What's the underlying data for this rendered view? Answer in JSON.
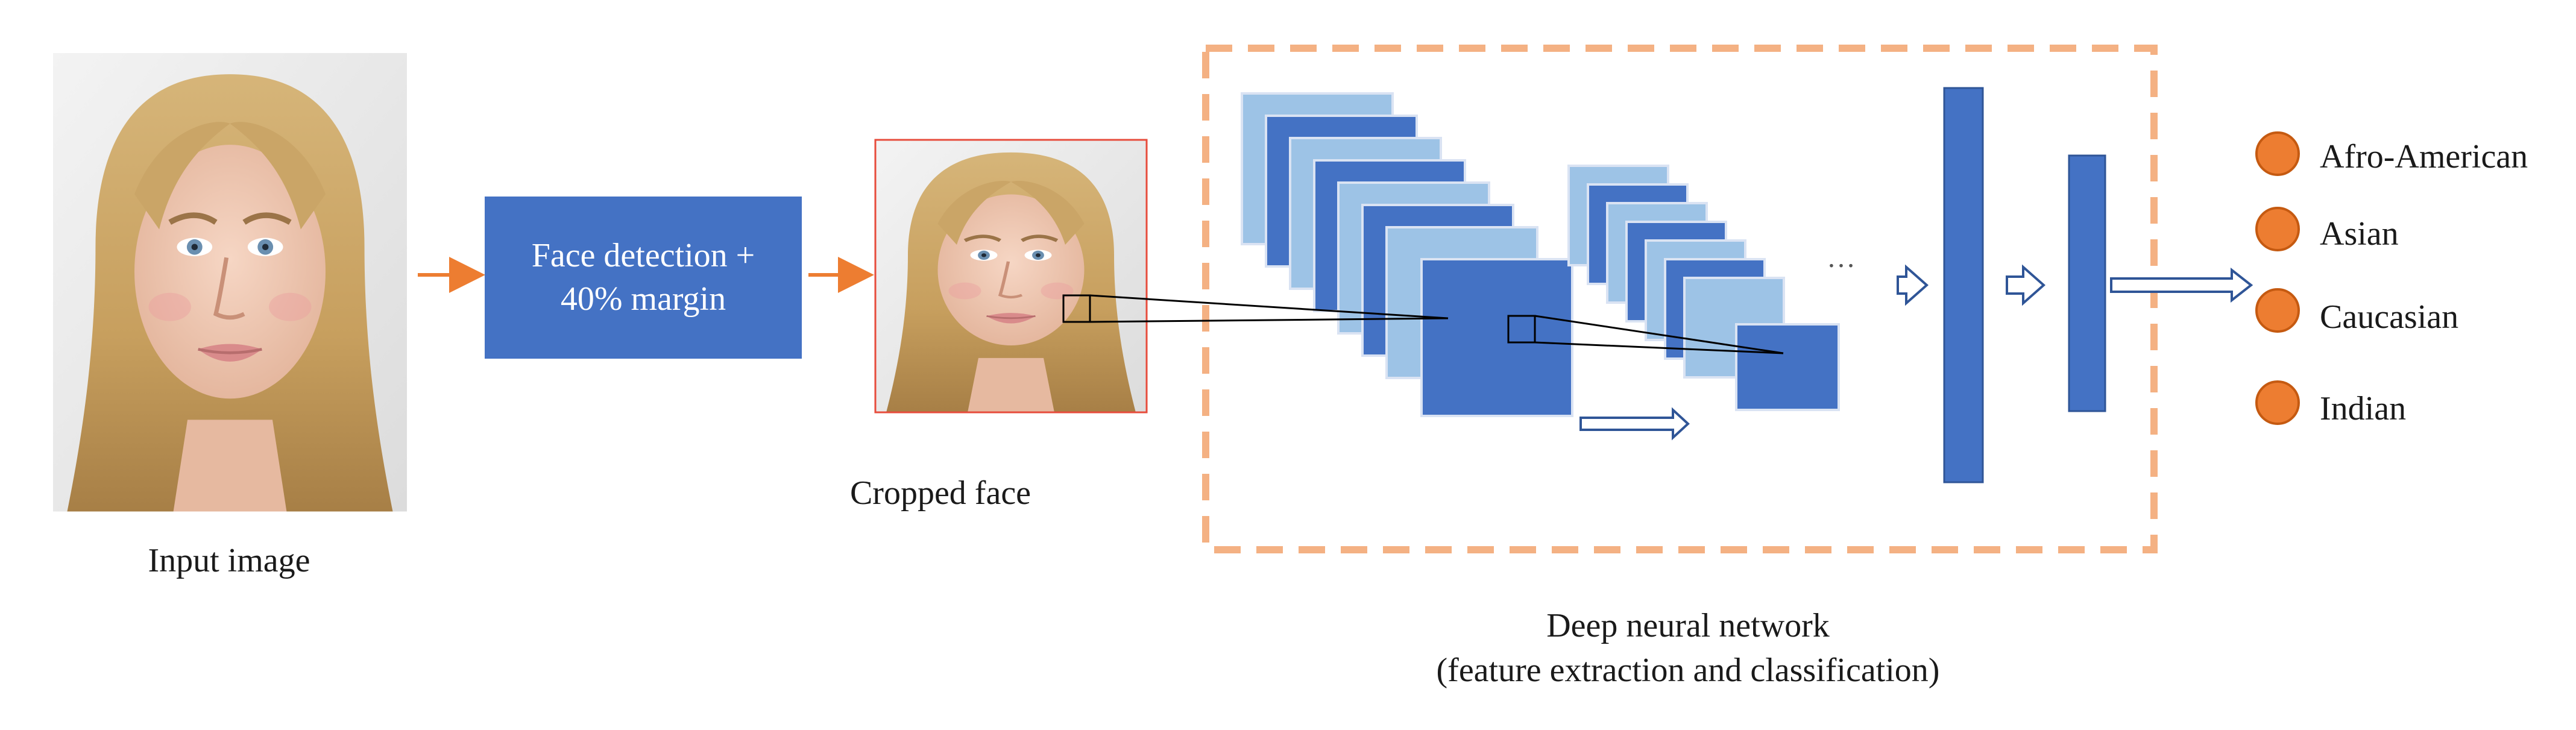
{
  "labels": {
    "input_image": "Input image",
    "face_detection_line1": "Face detection +",
    "face_detection_line2": "40% margin",
    "cropped_face": "Cropped face",
    "ellipsis": "…",
    "dnn_line1": "Deep neural network",
    "dnn_line2": "(feature extraction and classification)"
  },
  "outputs": [
    "Afro-American",
    "Asian",
    "Caucasian",
    "Indian"
  ],
  "colors": {
    "block_blue": "#4472c4",
    "light_blue": "#9dc3e6",
    "orange": "#ed7d31",
    "dashed_orange": "#f4b183",
    "arrow_outline": "#2f5597"
  }
}
